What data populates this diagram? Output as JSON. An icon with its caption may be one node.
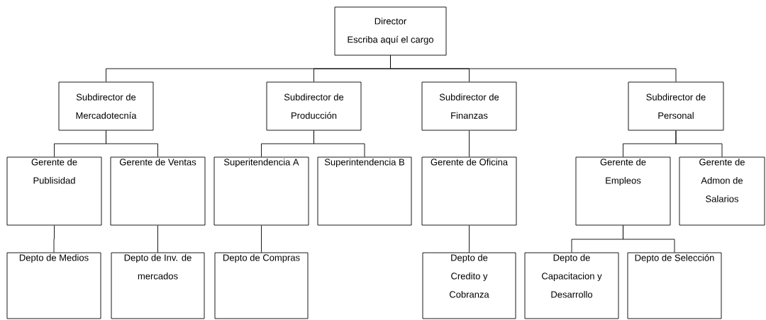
{
  "diagram": {
    "nodes": [
      {
        "text": [
          "Director",
          "Escriba aquí el cargo"
        ]
      },
      {
        "text": [
          "Subdirector de Mercadotecnía"
        ]
      },
      {
        "text": [
          "Subdirector de Producción"
        ]
      },
      {
        "text": [
          "Subdirector de Finanzas"
        ]
      },
      {
        "text": [
          "Subdirector de Personal"
        ]
      },
      {
        "text": [
          "Gerente de Publisidad"
        ]
      },
      {
        "text": [
          "Gerente de Ventas"
        ]
      },
      {
        "text": [
          "Superitendencia A"
        ]
      },
      {
        "text": [
          "Superintendencia B"
        ]
      },
      {
        "text": [
          "Gerente de Oficina"
        ]
      },
      {
        "text": [
          "Gerente de Empleos"
        ]
      },
      {
        "text": [
          "Gerente de Admon de Salarios"
        ]
      },
      {
        "text": [
          "Depto de Medios"
        ]
      },
      {
        "text": [
          "Depto de Inv. de mercados"
        ]
      },
      {
        "text": [
          "Depto de Compras"
        ]
      },
      {
        "text": [
          "Depto de Credito y Cobranza"
        ]
      },
      {
        "text": [
          "Depto de Capacitacion y Desarrollo"
        ]
      },
      {
        "text": [
          "Depto de Selección"
        ]
      }
    ],
    "edges": [
      {
        "from": 0,
        "to": 1,
        "arrow": "none"
      },
      {
        "from": 0,
        "to": 2,
        "arrow": "none"
      },
      {
        "from": 0,
        "to": 3,
        "arrow": "none"
      },
      {
        "from": 0,
        "to": 4,
        "arrow": "none"
      },
      {
        "from": 1,
        "to": 5,
        "arrow": "none"
      },
      {
        "from": 1,
        "to": 6,
        "arrow": "none"
      },
      {
        "from": 2,
        "to": 7,
        "arrow": "none"
      },
      {
        "from": 2,
        "to": 8,
        "arrow": "none"
      },
      {
        "from": 3,
        "to": 9,
        "arrow": "none"
      },
      {
        "from": 4,
        "to": 10,
        "arrow": "none"
      },
      {
        "from": 4,
        "to": 11,
        "arrow": "none"
      },
      {
        "from": 5,
        "to": 12,
        "arrow": "none"
      },
      {
        "from": 6,
        "to": 13,
        "arrow": "none"
      },
      {
        "from": 7,
        "to": 14,
        "arrow": "none"
      },
      {
        "from": 9,
        "to": 15,
        "arrow": "none"
      },
      {
        "from": 10,
        "to": 16,
        "arrow": "none"
      },
      {
        "from": 10,
        "to": 17,
        "arrow": "none"
      }
    ]
  }
}
